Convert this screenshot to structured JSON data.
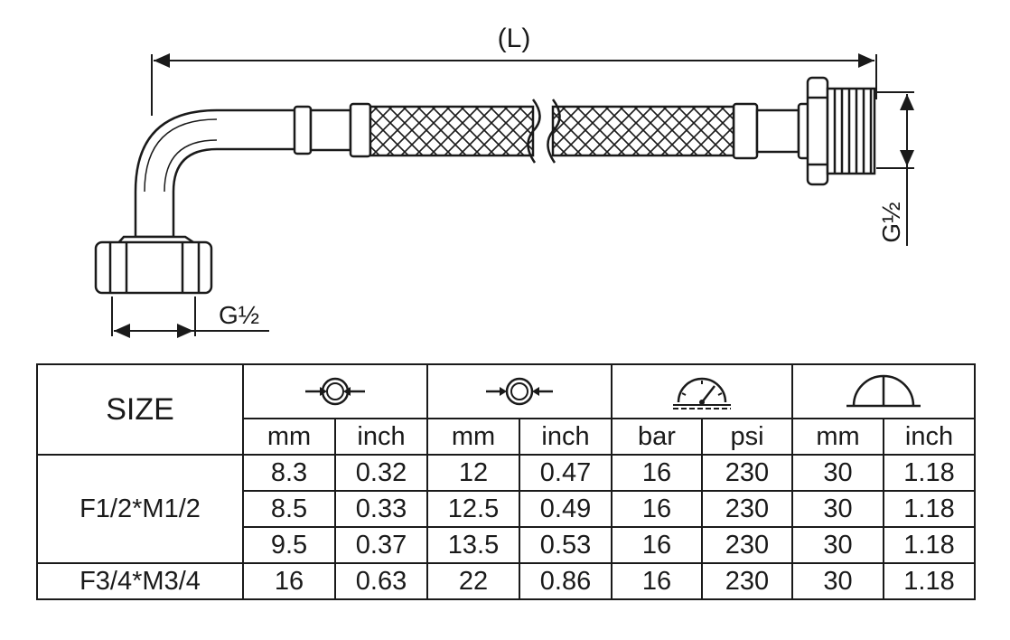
{
  "drawing": {
    "length_label": "(L)",
    "female_thread_label": "G½",
    "male_thread_label": "G½"
  },
  "table": {
    "size_header": "SIZE",
    "column_groups": [
      {
        "icon": "inner-diameter-icon",
        "units": [
          "mm",
          "inch"
        ]
      },
      {
        "icon": "outer-diameter-icon",
        "units": [
          "mm",
          "inch"
        ]
      },
      {
        "icon": "pressure-gauge-icon",
        "units": [
          "bar",
          "psi"
        ]
      },
      {
        "icon": "bend-radius-icon",
        "units": [
          "mm",
          "inch"
        ]
      }
    ],
    "groups": [
      {
        "size": "F1/2*M1/2",
        "rows": [
          [
            "8.3",
            "0.32",
            "12",
            "0.47",
            "16",
            "230",
            "30",
            "1.18"
          ],
          [
            "8.5",
            "0.33",
            "12.5",
            "0.49",
            "16",
            "230",
            "30",
            "1.18"
          ],
          [
            "9.5",
            "0.37",
            "13.5",
            "0.53",
            "16",
            "230",
            "30",
            "1.18"
          ]
        ]
      },
      {
        "size": "F3/4*M3/4",
        "rows": [
          [
            "16",
            "0.63",
            "22",
            "0.86",
            "16",
            "230",
            "30",
            "1.18"
          ]
        ]
      }
    ]
  }
}
